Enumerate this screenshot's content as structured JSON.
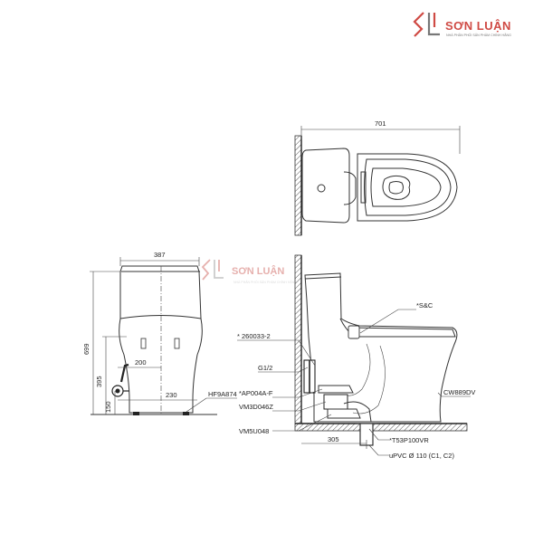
{
  "logo": {
    "name": "SƠN LUẬN",
    "tagline": "NHÀ PHÂN PHỐI SẢN PHẨM CHÍNH HÃNG",
    "color": "#cf4a44"
  },
  "watermark": {
    "name": "SƠN LUẬN",
    "tagline": "NHÀ PHÂN PHỐI SẢN PHẨM CHÍNH HÃNG"
  },
  "dimensions": {
    "top_width": "701",
    "front_width": "387",
    "total_height": "699",
    "inlet_height": "395",
    "valve_height": "150",
    "inlet_offset": "200",
    "valve_offset": "230",
    "rough_in": "305"
  },
  "part_labels": {
    "p1": "* 260033-2",
    "p2": "G1/2",
    "p3": "*AP004A-F",
    "p4": "VM3D046Z",
    "p5": "VM5U048",
    "p6": "*T53P100VR",
    "p7": "uPVC    Ø 110 (C1, C2)",
    "p8": "HF9A874",
    "p9": "*S&C",
    "p10": "CW889DV"
  }
}
